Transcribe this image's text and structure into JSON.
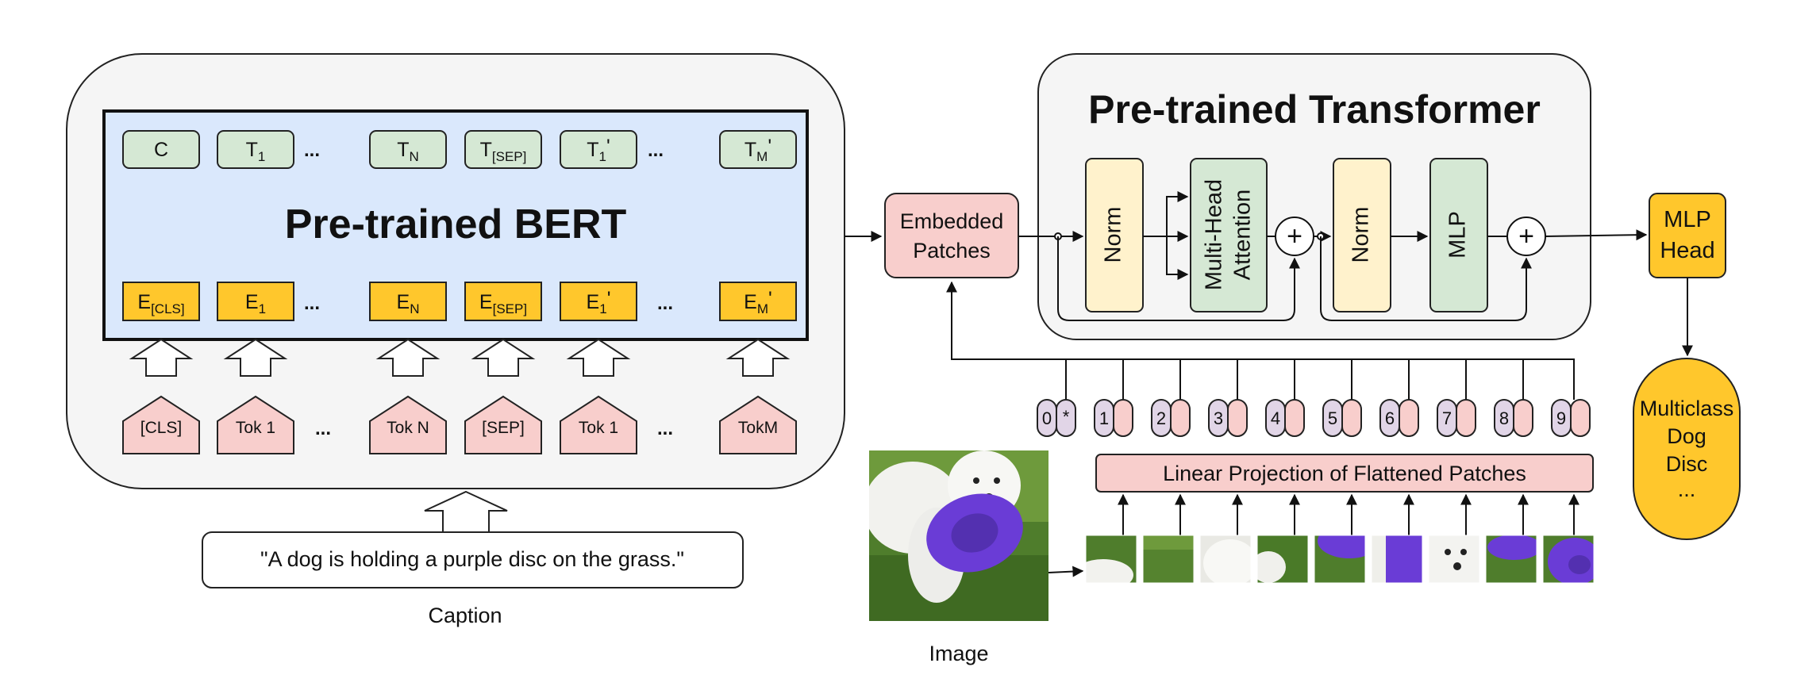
{
  "bert": {
    "title": "Pre-trained BERT",
    "outputs": [
      {
        "base": "C",
        "sub": "",
        "prime": ""
      },
      {
        "base": "T",
        "sub": "1",
        "prime": ""
      },
      {
        "base": "T",
        "sub": "N",
        "prime": ""
      },
      {
        "base": "T",
        "sub": "[SEP]",
        "prime": ""
      },
      {
        "base": "T",
        "sub": "1",
        "prime": "'"
      },
      {
        "base": "T",
        "sub": "M",
        "prime": "'"
      }
    ],
    "embeddings": [
      {
        "base": "E",
        "sub": "[CLS]",
        "prime": ""
      },
      {
        "base": "E",
        "sub": "1",
        "prime": ""
      },
      {
        "base": "E",
        "sub": "N",
        "prime": ""
      },
      {
        "base": "E",
        "sub": "[SEP]",
        "prime": ""
      },
      {
        "base": "E",
        "sub": "1",
        "prime": "'"
      },
      {
        "base": "E",
        "sub": "M",
        "prime": "'"
      }
    ],
    "tokens": [
      "[CLS]",
      "Tok 1",
      "Tok N",
      "[SEP]",
      "Tok 1",
      "TokM"
    ],
    "ellipsis": "..."
  },
  "caption": {
    "text": "\"A dog is holding a purple disc on the grass.\"",
    "label": "Caption"
  },
  "vit": {
    "embedded_patches": [
      "Embedded",
      "Patches"
    ],
    "transformer_title": "Pre-trained Transformer",
    "norm1": "Norm",
    "attention": [
      "Multi-Head",
      "Attention"
    ],
    "norm2": "Norm",
    "mlp": "MLP",
    "plus": "+",
    "mlp_head": [
      "MLP",
      "Head"
    ],
    "classes": [
      "Multiclass",
      "Dog",
      "Disc",
      "..."
    ],
    "positions": [
      "0",
      "1",
      "2",
      "3",
      "4",
      "5",
      "6",
      "7",
      "8",
      "9"
    ],
    "class_token": "*",
    "projection": "Linear Projection of Flattened Patches",
    "image_label": "Image"
  },
  "colors": {
    "bert_panel": "#dae8fc",
    "green": "#d5e8d4",
    "yellow": "#ffc72c",
    "pink": "#f8cecc",
    "cream": "#fff2cc",
    "lavender": "#e1d5e7",
    "panel": "#f5f5f5",
    "purple": "#6a3cd6",
    "grass": "#4f7d2c"
  }
}
